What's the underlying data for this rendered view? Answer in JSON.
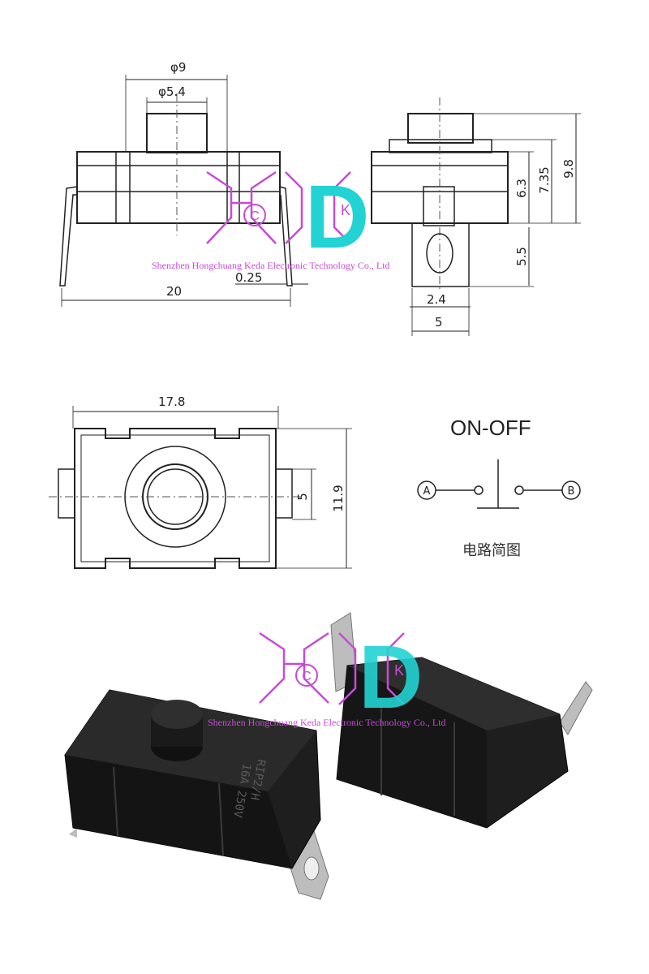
{
  "side_view": {
    "dim_outer_dia": "φ9",
    "dim_button_dia": "φ5.4",
    "dim_width": "20",
    "dim_terminal_thickness": "0.25"
  },
  "end_view": {
    "dim_body_height": "6.3",
    "dim_mid_height": "7.35",
    "dim_total_height": "9.8",
    "dim_terminal_length": "5.5",
    "dim_terminal_inner": "2.4",
    "dim_terminal_width": "5"
  },
  "top_view": {
    "dim_length": "17.8",
    "dim_width": "11.9",
    "dim_tab": "5"
  },
  "schematic": {
    "title": "ON-OFF",
    "terminal_a": "A",
    "terminal_b": "B",
    "caption": "电路简图"
  },
  "watermark": {
    "company": "Shenzhen Hongchuang Keda Electronic Technology Co., Ltd",
    "logo_letters": [
      "H",
      "C",
      "K",
      "D"
    ],
    "logo_color": "#c64bd6",
    "logo_d_color": "#22d3d3"
  },
  "photo": {
    "switch_marking": "16A 250V",
    "switch_code": "RIP2/H",
    "body_color": "#1e1e1e",
    "terminal_color": "#bdbdbd"
  }
}
